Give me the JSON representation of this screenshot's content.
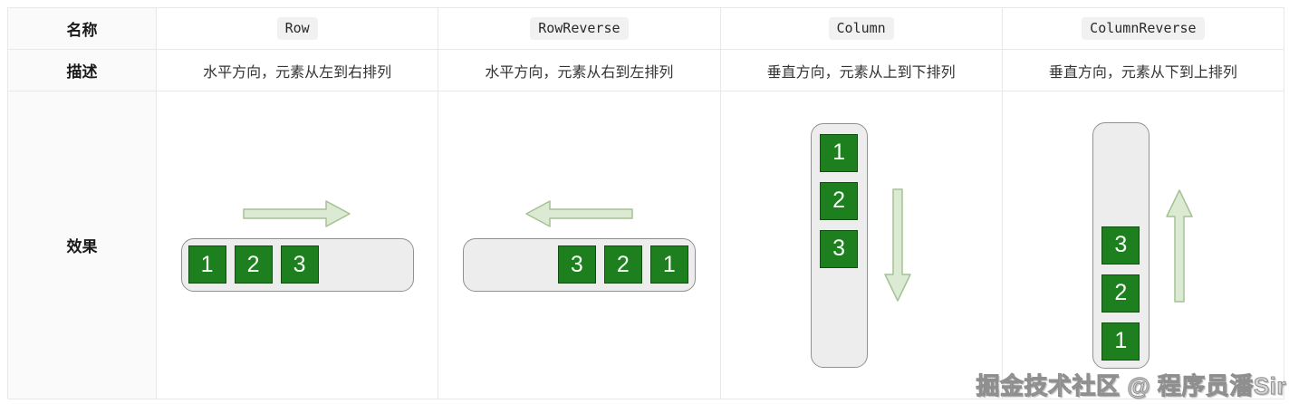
{
  "colors": {
    "table_border": "#e8e8e8",
    "label_bg": "#fafafa",
    "badge_bg": "#f1f1f1",
    "container_bg": "#ededed",
    "container_border": "#919191",
    "box_green": "#1e7f1e",
    "box_border": "#124d12",
    "arrow_fill": "#ddead3",
    "arrow_stroke": "#a3c293"
  },
  "table": {
    "row_labels": {
      "name": "名称",
      "desc": "描述",
      "effect": "效果"
    },
    "columns": [
      {
        "name": "Row",
        "desc": "水平方向，元素从左到右排列",
        "direction": "right",
        "items": [
          "1",
          "2",
          "3"
        ]
      },
      {
        "name": "RowReverse",
        "desc": "水平方向，元素从右到左排列",
        "direction": "left",
        "items": [
          "3",
          "2",
          "1"
        ]
      },
      {
        "name": "Column",
        "desc": "垂直方向，元素从上到下排列",
        "direction": "down",
        "items": [
          "1",
          "2",
          "3"
        ]
      },
      {
        "name": "ColumnReverse",
        "desc": "垂直方向，元素从下到上排列",
        "direction": "up",
        "items": [
          "3",
          "2",
          "1"
        ]
      }
    ]
  },
  "watermark": "掘金技术社区 @ 程序员潘Sir"
}
